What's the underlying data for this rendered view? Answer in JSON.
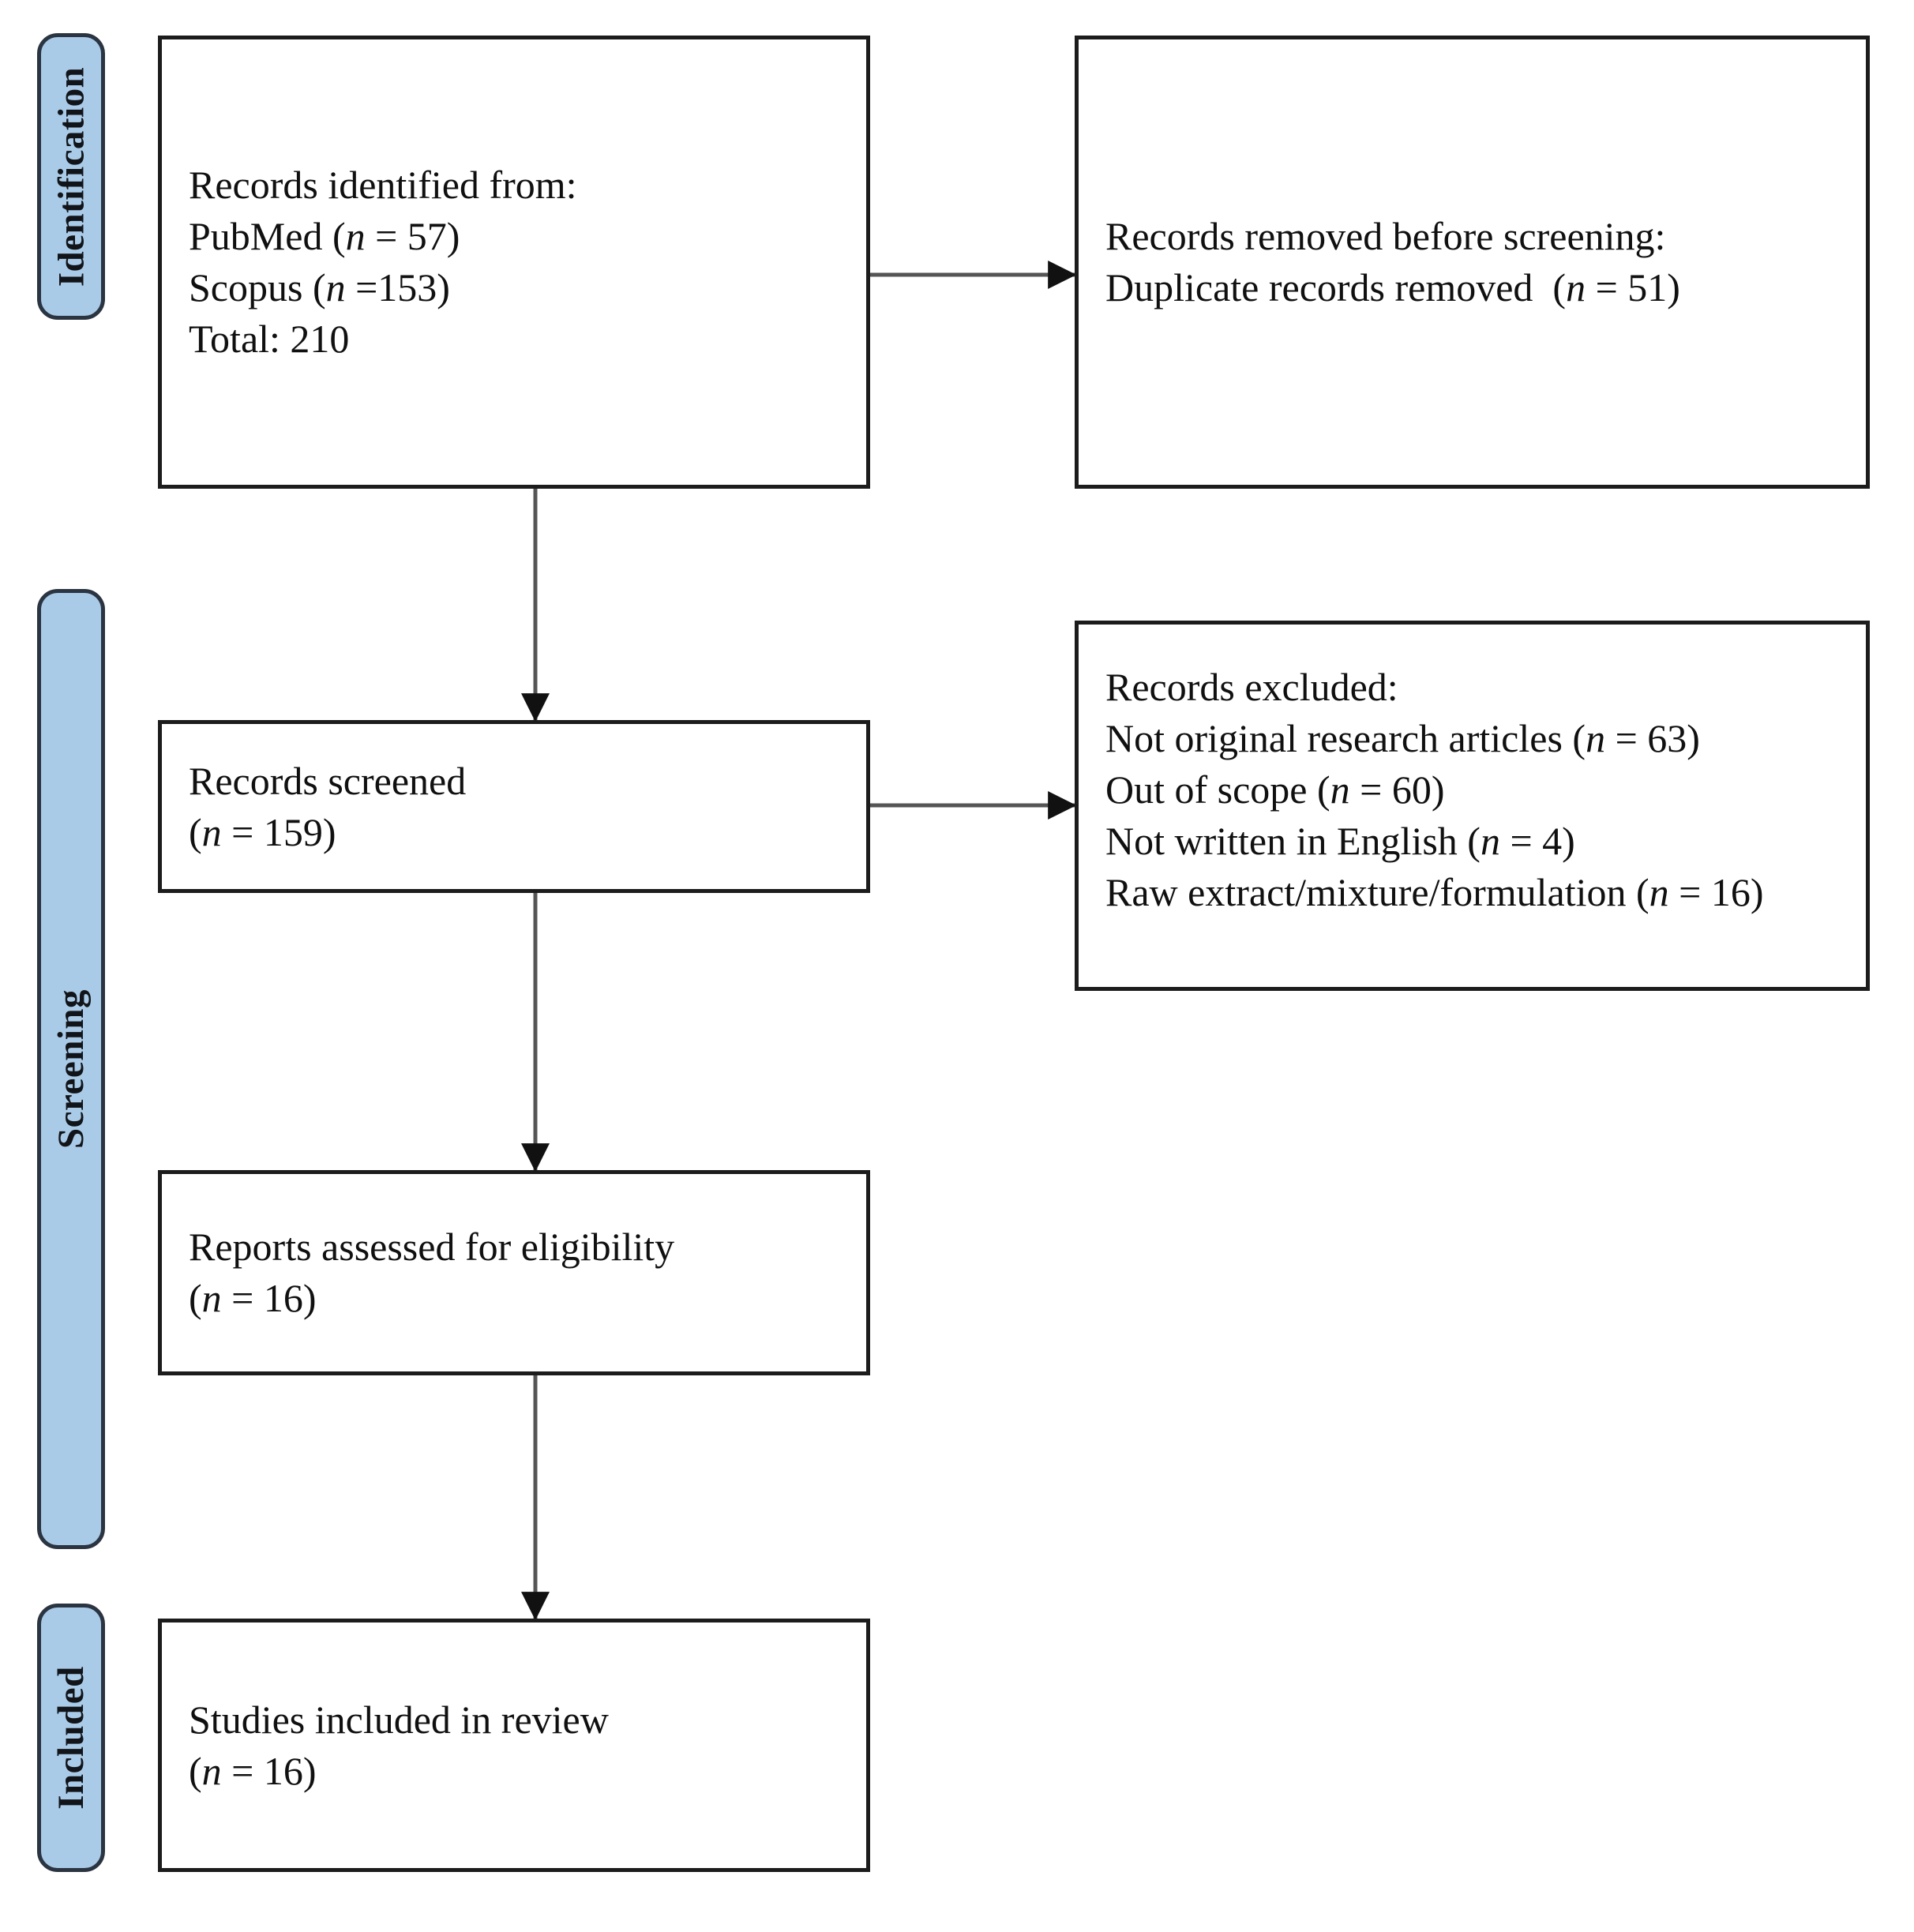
{
  "diagram": {
    "title": "PRISMA flow diagram",
    "accent_color": "#a9cbe8",
    "border_color": "#1c1c1c",
    "pill_border_color": "#2b3441",
    "background": "#ffffff"
  },
  "phases": [
    {
      "id": "identification",
      "label": "Identification"
    },
    {
      "id": "screening",
      "label": "Screening"
    },
    {
      "id": "included",
      "label": "Included"
    }
  ],
  "boxes": {
    "records_identified": {
      "id": "records-identified",
      "lines": [
        {
          "text": "Records identified from:"
        },
        {
          "pre": "PubMed (",
          "italic": "n",
          "post": " = 57)"
        },
        {
          "pre": "Scopus (",
          "italic": "n",
          "post": " =153)"
        },
        {
          "text": "Total: 210"
        }
      ]
    },
    "records_removed": {
      "id": "records-removed-before-screening",
      "lines": [
        {
          "text": "Records removed before screening:"
        },
        {
          "pre": "Duplicate records removed  (",
          "italic": "n",
          "post": " = 51)"
        }
      ]
    },
    "records_screened": {
      "id": "records-screened",
      "lines": [
        {
          "text": "Records screened"
        },
        {
          "pre": "(",
          "italic": "n",
          "post": " = 159)"
        }
      ]
    },
    "records_excluded": {
      "id": "records-excluded",
      "lines": [
        {
          "text": "Records excluded:"
        },
        {
          "pre": "Not original research articles (",
          "italic": "n",
          "post": " = 63)"
        },
        {
          "pre": "Out of scope (",
          "italic": "n",
          "post": " = 60)"
        },
        {
          "pre": "Not written in English (",
          "italic": "n",
          "post": " = 4)"
        },
        {
          "pre": "Raw extract/mixture/formulation (",
          "italic": "n",
          "post": " = 16)"
        }
      ]
    },
    "reports_assessed": {
      "id": "reports-assessed-for-eligibility",
      "lines": [
        {
          "text": "Reports assessed for eligibility"
        },
        {
          "pre": "(",
          "italic": "n",
          "post": " = 16)"
        }
      ]
    },
    "studies_included": {
      "id": "studies-included-in-review",
      "lines": [
        {
          "text": "Studies included in review"
        },
        {
          "pre": "(",
          "italic": "n",
          "post": " = 16)"
        }
      ]
    }
  },
  "chart_data": {
    "type": "diagram",
    "subtype": "prisma-flow",
    "title": "PRISMA flow diagram of study selection",
    "stages": [
      {
        "phase": "Identification",
        "node": "Records identified from",
        "sources": [
          {
            "name": "PubMed",
            "n": 57
          },
          {
            "name": "Scopus",
            "n": 153
          }
        ],
        "total": 210,
        "excluded_node": "Records removed before screening",
        "excluded_reasons": [
          {
            "reason": "Duplicate records removed",
            "n": 51
          }
        ]
      },
      {
        "phase": "Screening",
        "node": "Records screened",
        "n": 159,
        "excluded_node": "Records excluded",
        "excluded_reasons": [
          {
            "reason": "Not original research articles",
            "n": 63
          },
          {
            "reason": "Out of scope",
            "n": 60
          },
          {
            "reason": "Not written in English",
            "n": 4
          },
          {
            "reason": "Raw extract/mixture/formulation",
            "n": 16
          }
        ]
      },
      {
        "phase": "Screening",
        "node": "Reports assessed for eligibility",
        "n": 16
      },
      {
        "phase": "Included",
        "node": "Studies included in review",
        "n": 16
      }
    ],
    "flows": [
      {
        "from": "Records identified from",
        "to": "Records removed before screening",
        "direction": "right"
      },
      {
        "from": "Records identified from",
        "to": "Records screened",
        "direction": "down"
      },
      {
        "from": "Records screened",
        "to": "Records excluded",
        "direction": "right"
      },
      {
        "from": "Records screened",
        "to": "Reports assessed for eligibility",
        "direction": "down"
      },
      {
        "from": "Reports assessed for eligibility",
        "to": "Studies included in review",
        "direction": "down"
      }
    ]
  }
}
